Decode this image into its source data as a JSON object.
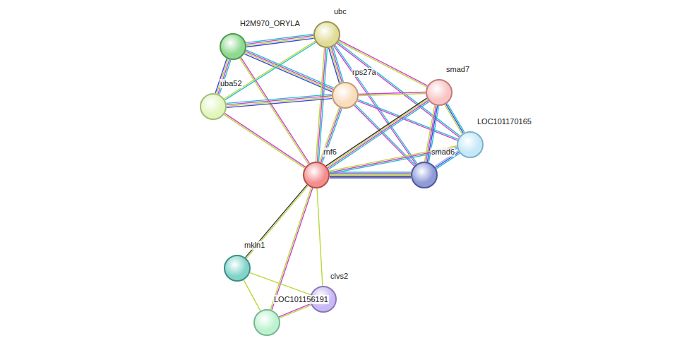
{
  "diagram": {
    "nodes": [
      {
        "text": [
          "H2M970_ORYLA"
        ]
      },
      {
        "text": [
          "ubc"
        ]
      },
      {
        "text": [
          "smad7"
        ]
      },
      {
        "text": [
          "uba52"
        ]
      },
      {
        "text": [
          "rps27a"
        ]
      },
      {
        "text": [
          "LOC101170165"
        ]
      },
      {
        "text": [
          "rnf6"
        ]
      },
      {
        "text": [
          "smad6"
        ]
      },
      {
        "text": [
          "mkln1"
        ]
      },
      {
        "text": [
          "clvs2"
        ]
      },
      {
        "text": [
          "LOC101156191"
        ]
      }
    ],
    "edges": [
      {
        "from": 0,
        "to": 1,
        "arrow": "none"
      },
      {
        "from": 0,
        "to": 3,
        "arrow": "none"
      },
      {
        "from": 0,
        "to": 4,
        "arrow": "none"
      },
      {
        "from": 0,
        "to": 6,
        "arrow": "none"
      },
      {
        "from": 1,
        "to": 3,
        "arrow": "none"
      },
      {
        "from": 1,
        "to": 4,
        "arrow": "none"
      },
      {
        "from": 1,
        "to": 6,
        "arrow": "none"
      },
      {
        "from": 1,
        "to": 2,
        "arrow": "none"
      },
      {
        "from": 1,
        "to": 5,
        "arrow": "none"
      },
      {
        "from": 1,
        "to": 7,
        "arrow": "none"
      },
      {
        "from": 3,
        "to": 4,
        "arrow": "none"
      },
      {
        "from": 3,
        "to": 6,
        "arrow": "none"
      },
      {
        "from": 4,
        "to": 6,
        "arrow": "none"
      },
      {
        "from": 4,
        "to": 2,
        "arrow": "none"
      },
      {
        "from": 4,
        "to": 5,
        "arrow": "none"
      },
      {
        "from": 4,
        "to": 7,
        "arrow": "none"
      },
      {
        "from": 2,
        "to": 6,
        "arrow": "none"
      },
      {
        "from": 2,
        "to": 5,
        "arrow": "none"
      },
      {
        "from": 2,
        "to": 7,
        "arrow": "none"
      },
      {
        "from": 5,
        "to": 6,
        "arrow": "none"
      },
      {
        "from": 5,
        "to": 7,
        "arrow": "none"
      },
      {
        "from": 6,
        "to": 7,
        "arrow": "none"
      },
      {
        "from": 6,
        "to": 8,
        "arrow": "none"
      },
      {
        "from": 6,
        "to": 9,
        "arrow": "none"
      },
      {
        "from": 6,
        "to": 10,
        "arrow": "none"
      },
      {
        "from": 8,
        "to": 9,
        "arrow": "none"
      },
      {
        "from": 8,
        "to": 10,
        "arrow": "none"
      },
      {
        "from": 9,
        "to": 10,
        "arrow": "none"
      }
    ]
  }
}
